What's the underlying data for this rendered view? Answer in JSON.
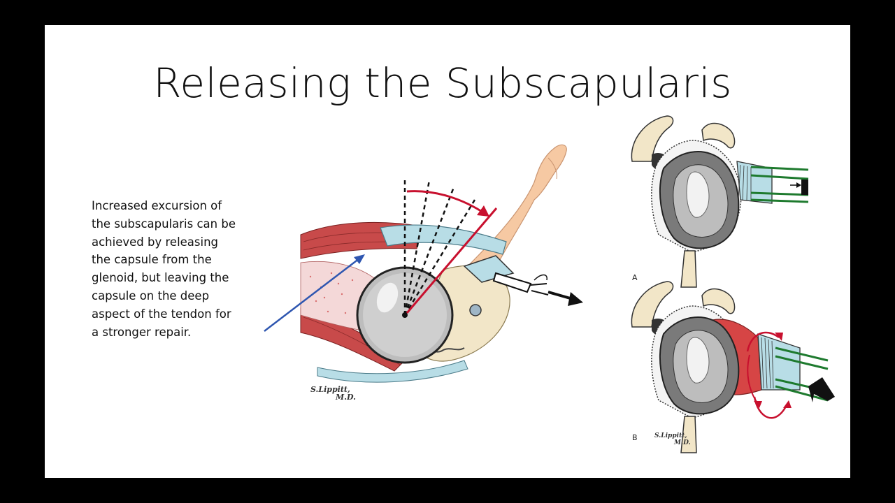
{
  "slide": {
    "title": "Releasing the Subscapularis",
    "body_lines": [
      "Increased excursion of",
      "the subscapularis can be",
      "achieved by releasing",
      "the capsule from the",
      "glenoid, but leaving the",
      "capsule on the deep",
      "aspect of the tendon for",
      "a stronger repair."
    ]
  },
  "figures": {
    "main_signature_line1": "S.Lippitt,",
    "main_signature_line2": "M.D.",
    "panel_a_label": "A",
    "panel_b_label": "B",
    "panel_b_signature_line1": "S.Lippitt,",
    "panel_b_signature_line2": "M.D.",
    "colors": {
      "red_arrow": "#c8102e",
      "blue_arrow": "#2e56b0",
      "muscle": "#c84a4a",
      "bone": "#f2e6c8",
      "capsule": "#b8dde6",
      "suture": "#1e7a2e"
    }
  }
}
